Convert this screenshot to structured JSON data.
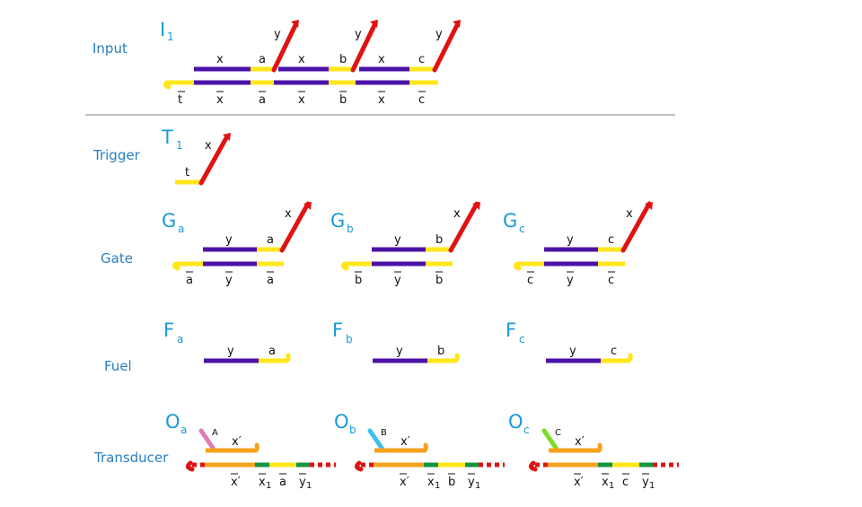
{
  "rows": {
    "input": "Input",
    "trigger": "Trigger",
    "gate": "Gate",
    "fuel": "Fuel",
    "transducer": "Transducer"
  },
  "input_species": {
    "name": "I",
    "sub": "1"
  },
  "trigger_species": {
    "name": "T",
    "sub": "1"
  },
  "gates": [
    {
      "name": "G",
      "sub": "a",
      "top_y": "y",
      "top_d": "a",
      "out": "x",
      "bot": [
        "a",
        "y",
        "a"
      ]
    },
    {
      "name": "G",
      "sub": "b",
      "top_y": "y",
      "top_d": "b",
      "out": "x",
      "bot": [
        "b",
        "y",
        "b"
      ]
    },
    {
      "name": "G",
      "sub": "c",
      "top_y": "y",
      "top_d": "c",
      "out": "x",
      "bot": [
        "c",
        "y",
        "c"
      ]
    }
  ],
  "fuels": [
    {
      "name": "F",
      "sub": "a",
      "y": "y",
      "d": "a"
    },
    {
      "name": "F",
      "sub": "b",
      "y": "y",
      "d": "b"
    },
    {
      "name": "F",
      "sub": "c",
      "y": "y",
      "d": "c"
    }
  ],
  "transducers": [
    {
      "name": "O",
      "sub": "a",
      "tag": "A",
      "top": "x′",
      "bot": [
        "x′",
        "x",
        "1",
        "a",
        "y",
        "1"
      ]
    },
    {
      "name": "O",
      "sub": "b",
      "tag": "B",
      "top": "x′",
      "bot": [
        "x′",
        "x",
        "1",
        "b",
        "y",
        "1"
      ]
    },
    {
      "name": "O",
      "sub": "c",
      "tag": "C",
      "top": "x′",
      "bot": [
        "x′",
        "x",
        "1",
        "c",
        "y",
        "1"
      ]
    }
  ],
  "input_labels": {
    "top": [
      "x",
      "a",
      "x",
      "b",
      "x",
      "c"
    ],
    "y": [
      "y",
      "y",
      "y"
    ],
    "bot": [
      "t",
      "x",
      "a",
      "x",
      "b",
      "x",
      "c"
    ]
  },
  "trigger_labels": {
    "t": "t",
    "x": "x"
  },
  "colors": {
    "purple": "#4b12a8",
    "yellow": "#ffe61a",
    "red": "#e01212",
    "orange": "#f7a21b",
    "green": "#129440",
    "pink": "#e27ab8",
    "cyan": "#3ec0ef",
    "lime": "#7bdc24",
    "label_blue": "#2a7fc0",
    "species_blue": "#1a9ad6",
    "rule": "#9a9a9a"
  },
  "icons": [
    "strand-hook",
    "strand-arrow-end"
  ]
}
